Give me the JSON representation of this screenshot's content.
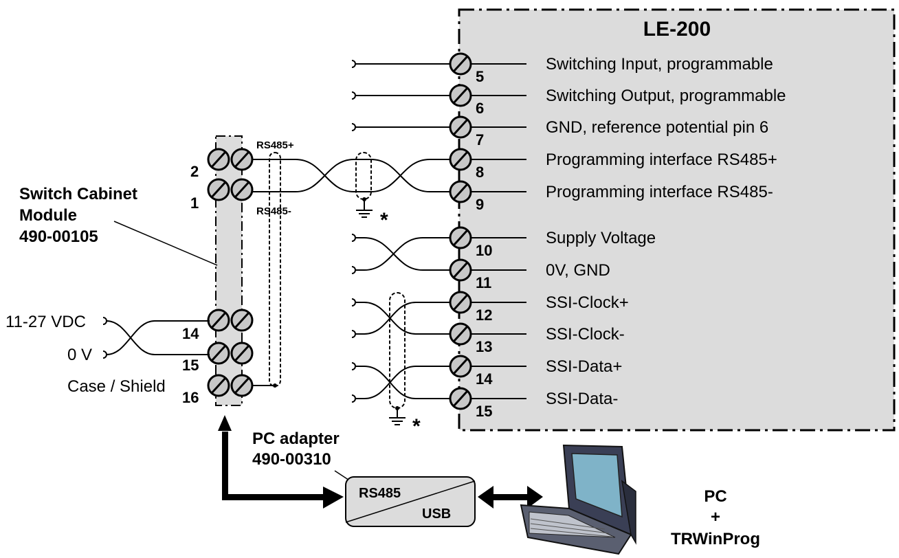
{
  "device": {
    "title": "LE-200",
    "terminals": [
      {
        "num": "5",
        "label": "Switching Input, programmable"
      },
      {
        "num": "6",
        "label": "Switching Output, programmable"
      },
      {
        "num": "7",
        "label": "GND, reference potential pin 6"
      },
      {
        "num": "8",
        "label": "Programming interface RS485+"
      },
      {
        "num": "9",
        "label": "Programming interface RS485-"
      },
      {
        "num": "10",
        "label": "Supply Voltage"
      },
      {
        "num": "11",
        "label": "0V, GND"
      },
      {
        "num": "12",
        "label": "SSI-Clock+"
      },
      {
        "num": "13",
        "label": "SSI-Clock-"
      },
      {
        "num": "14",
        "label": "SSI-Data+"
      },
      {
        "num": "15",
        "label": "SSI-Data-"
      }
    ]
  },
  "module": {
    "name_line1": "Switch Cabinet",
    "name_line2": "Module",
    "part": "490-00105",
    "terminals": [
      "2",
      "1",
      "14",
      "15",
      "16"
    ],
    "rs485_plus": "RS485+",
    "rs485_minus": "RS485-"
  },
  "supply": {
    "vdc": "11-27 VDC",
    "zero": "0 V",
    "shield": "Case / Shield"
  },
  "adapter": {
    "name": "PC adapter",
    "part": "490-00310",
    "rs485": "RS485",
    "usb": "USB"
  },
  "pc": {
    "line1": "PC",
    "line2": "+",
    "line3": "TRWinProg"
  },
  "footnote_marker": "*",
  "colors": {
    "panel": "#dcdcdc",
    "wire": "#000000",
    "screen": "#7fb3c8"
  }
}
